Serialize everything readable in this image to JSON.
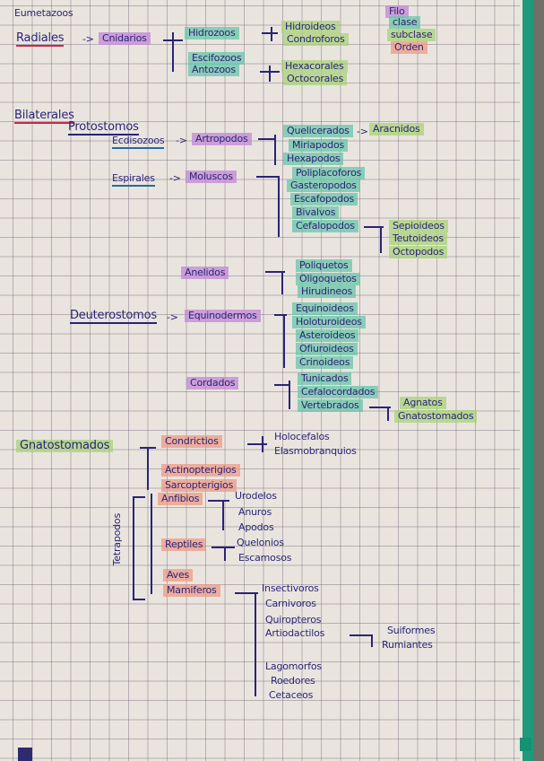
{
  "document": {
    "type": "handwritten taxonomy notes on grid paper",
    "language": "Spanish"
  },
  "legend": [
    {
      "label": "Filo",
      "color": "#c48cd6"
    },
    {
      "label": "clase",
      "color": "#68c4aa"
    },
    {
      "label": "subclase",
      "color": "#a8d278"
    },
    {
      "label": "Orden",
      "color": "#ec9682"
    }
  ],
  "heading": "Eumetazoos",
  "radiales": {
    "label": "Radiales",
    "arrow": "->",
    "phylum": "Cnidarios",
    "classes": [
      "Hidrozoos",
      "Escifozoos",
      "Antozoos"
    ],
    "hidrozoos_sub": [
      "Hidroideos",
      "Condroforos"
    ],
    "antozoos_sub": [
      "Hexacorales",
      "Octocorales"
    ]
  },
  "bilaterales": {
    "label": "Bilaterales",
    "protostomos": {
      "label": "Protostomos",
      "ecdisozoos": {
        "label": "Ecdisozoos",
        "arrow": "->",
        "phylum": "Artropodos",
        "classes": [
          "Quelicerados",
          "Miriapodos",
          "Hexapodos"
        ],
        "quelicerados_arrow": "->",
        "quelicerados_sub": "Aracnidos"
      },
      "espirales": {
        "label": "Espirales",
        "arrow": "->",
        "phylum": "Moluscos",
        "classes": [
          "Poliplacoforos",
          "Gasteropodos",
          "Escafopodos",
          "Bivalvos",
          "Cefalopodos"
        ],
        "cefalopodos_sub": [
          "Sepioideos",
          "Teutoideos",
          "Octopodos"
        ]
      },
      "anelidos": {
        "phylum": "Anelidos",
        "classes": [
          "Poliquetos",
          "Oligoquetos",
          "Hirudineos"
        ]
      }
    },
    "deuterostomos": {
      "label": "Deuterostomos",
      "arrow": "->",
      "phylum": "Equinodermos",
      "classes": [
        "Equinoideos",
        "Holoturoideos",
        "Asteroideos",
        "Ofiuroideos",
        "Crinoideos"
      ],
      "cordados": {
        "phylum": "Cordados",
        "subphyla": [
          "Tunicados",
          "Cefalocordados",
          "Vertebrados"
        ],
        "vertebrados_sub": [
          "Agnatos",
          "Gnatostomados"
        ]
      }
    }
  },
  "gnatostomados": {
    "label": "Gnatostomados",
    "classes": [
      "Condrictios",
      "Actinopterigios",
      "Sarcopterigios",
      "Anfibios",
      "Reptiles",
      "Aves",
      "Mamiferos"
    ],
    "condrictios_sub": [
      "Holocefalos",
      "Elasmobranquios"
    ],
    "tetrapodos_label": "Tetrapodos",
    "anfibios_sub": [
      "Urodelos",
      "Anuros",
      "Apodos"
    ],
    "reptiles_sub": [
      "Quelonios",
      "Escamosos"
    ],
    "mamiferos_sub": [
      "Insectivoros",
      "Carnivoros",
      "Quiropteros",
      "Artiodactilos",
      "Lagomorfos",
      "Roedores",
      "Cetaceos"
    ],
    "artiodactilos_sub": [
      "Suiformes",
      "Rumiantes"
    ]
  }
}
